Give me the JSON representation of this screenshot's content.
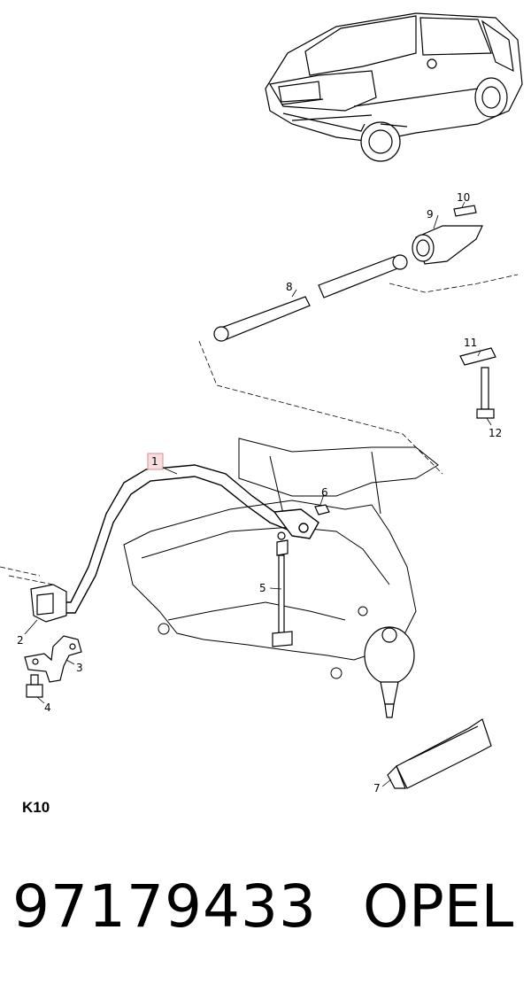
{
  "diagram": {
    "section_code": "K10",
    "callouts": [
      {
        "id": "1",
        "label": "1"
      },
      {
        "id": "2",
        "label": "2"
      },
      {
        "id": "3",
        "label": "3"
      },
      {
        "id": "4",
        "label": "4"
      },
      {
        "id": "5",
        "label": "5"
      },
      {
        "id": "6",
        "label": "6"
      },
      {
        "id": "7",
        "label": "7"
      },
      {
        "id": "8",
        "label": "8"
      },
      {
        "id": "9",
        "label": "9"
      },
      {
        "id": "10",
        "label": "10"
      },
      {
        "id": "11",
        "label": "11"
      },
      {
        "id": "12",
        "label": "12"
      }
    ],
    "highlight_color": "#f6dede"
  },
  "footer": {
    "part_number": "97179433",
    "brand": "OPEL"
  }
}
